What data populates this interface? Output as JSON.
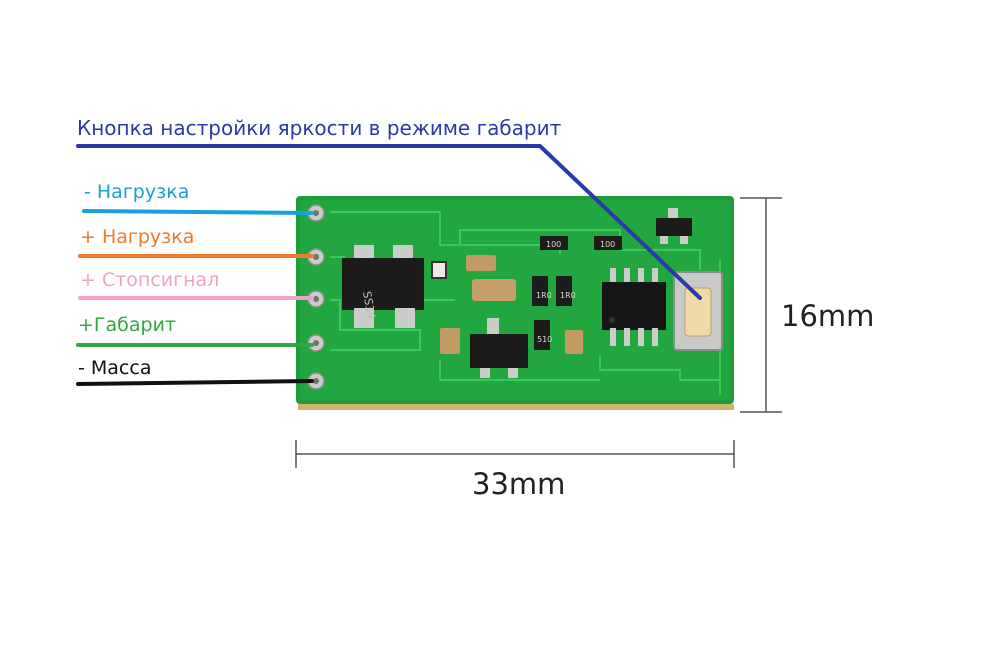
{
  "title": "Кнопка настройки яркости в режиме габарит",
  "wires": [
    {
      "label": "- Нагрузка",
      "color": "#1aa0d8"
    },
    {
      "label": "+ Нагрузка",
      "color": "#f07a2a"
    },
    {
      "label": "+ Стопсигнал",
      "color": "#f2a2c8"
    },
    {
      "label": "+Габарит",
      "color": "#2fa844"
    },
    {
      "label": "- Масса",
      "color": "#111111"
    }
  ],
  "colors": {
    "title_line": "#2b3aa8",
    "board": "#1f9a3a",
    "board_edge": "#c7a23a",
    "chip": "#1a1a1a"
  },
  "dimensions": {
    "height_label": "16mm",
    "width_label": "33mm"
  },
  "components": {
    "diode_1": "SS34",
    "resistor_1": "100",
    "resistor_2": "100",
    "resistor_3": "1R0",
    "resistor_4": "1R0",
    "resistor_5": "510"
  }
}
